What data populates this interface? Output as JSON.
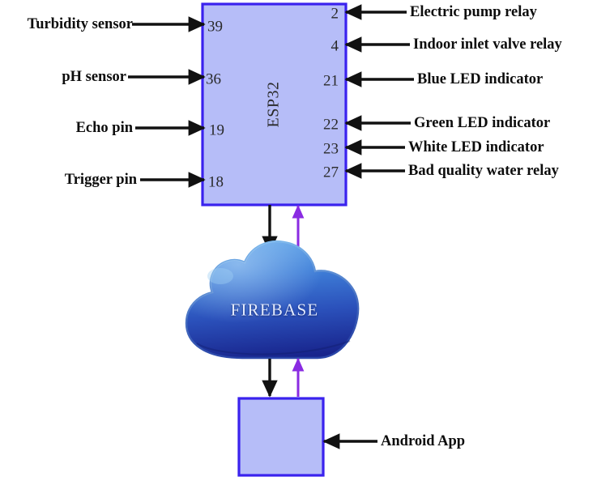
{
  "diagram": {
    "title": "ESP32 water quality monitoring system block diagram",
    "colors": {
      "box_fill": "#b6bdf8",
      "box_border": "#3a22ee",
      "arrow_black": "#111111",
      "arrow_purple": "#8a2be2",
      "cloud_light": "#4d8ede",
      "cloud_dark": "#1b2c8f",
      "text": "#0d0d0d"
    }
  },
  "mcu": {
    "name": "ESP32",
    "inputs": [
      {
        "pin": "39",
        "label": "Turbidity sensor"
      },
      {
        "pin": "36",
        "label": "pH sensor"
      },
      {
        "pin": "19",
        "label": "Echo pin"
      },
      {
        "pin": "18",
        "label": "Trigger pin"
      }
    ],
    "outputs": [
      {
        "pin": "2",
        "label": "Electric pump relay"
      },
      {
        "pin": "4",
        "label": "Indoor inlet valve relay"
      },
      {
        "pin": "21",
        "label": "Blue LED indicator"
      },
      {
        "pin": "22",
        "label": "Green LED indicator"
      },
      {
        "pin": "23",
        "label": "White LED indicator"
      },
      {
        "pin": "27",
        "label": "Bad quality water relay"
      }
    ]
  },
  "cloud": {
    "name": "FIREBASE",
    "icon": "cloud-icon"
  },
  "client": {
    "label": "Android App",
    "icon": "app-box-icon"
  },
  "connections": [
    {
      "from": "mcu",
      "to": "cloud",
      "direction": "down",
      "color": "black"
    },
    {
      "from": "cloud",
      "to": "mcu",
      "direction": "up",
      "color": "purple"
    },
    {
      "from": "cloud",
      "to": "client",
      "direction": "down",
      "color": "black"
    },
    {
      "from": "client",
      "to": "cloud",
      "direction": "up",
      "color": "purple"
    }
  ]
}
